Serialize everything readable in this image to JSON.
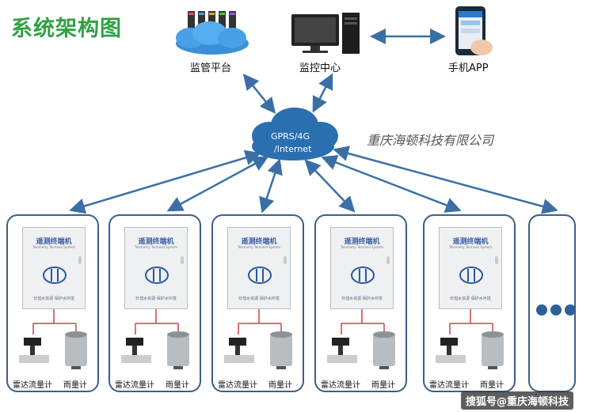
{
  "title": "系统架构图",
  "top_nodes": {
    "platform": "监管平台",
    "monitor": "监控中心",
    "app": "手机APP"
  },
  "cloud": {
    "line1": "GPRS/4G",
    "line2": "/Internet"
  },
  "company": "重庆海顿科技有限公司",
  "terminal": {
    "name": "遥测终端机",
    "subtitle": "Telemetry Terminal System",
    "footer": "珍惜水资源 保护水环境",
    "sensor_left": "雷达流量计",
    "sensor_right": "雨量计"
  },
  "watermark": "搜狐号@重庆海顿科技",
  "colors": {
    "title": "#2ea043",
    "arrow": "#3a6fa6",
    "border": "#3d5f86",
    "cloud": "#2a6fb0"
  }
}
